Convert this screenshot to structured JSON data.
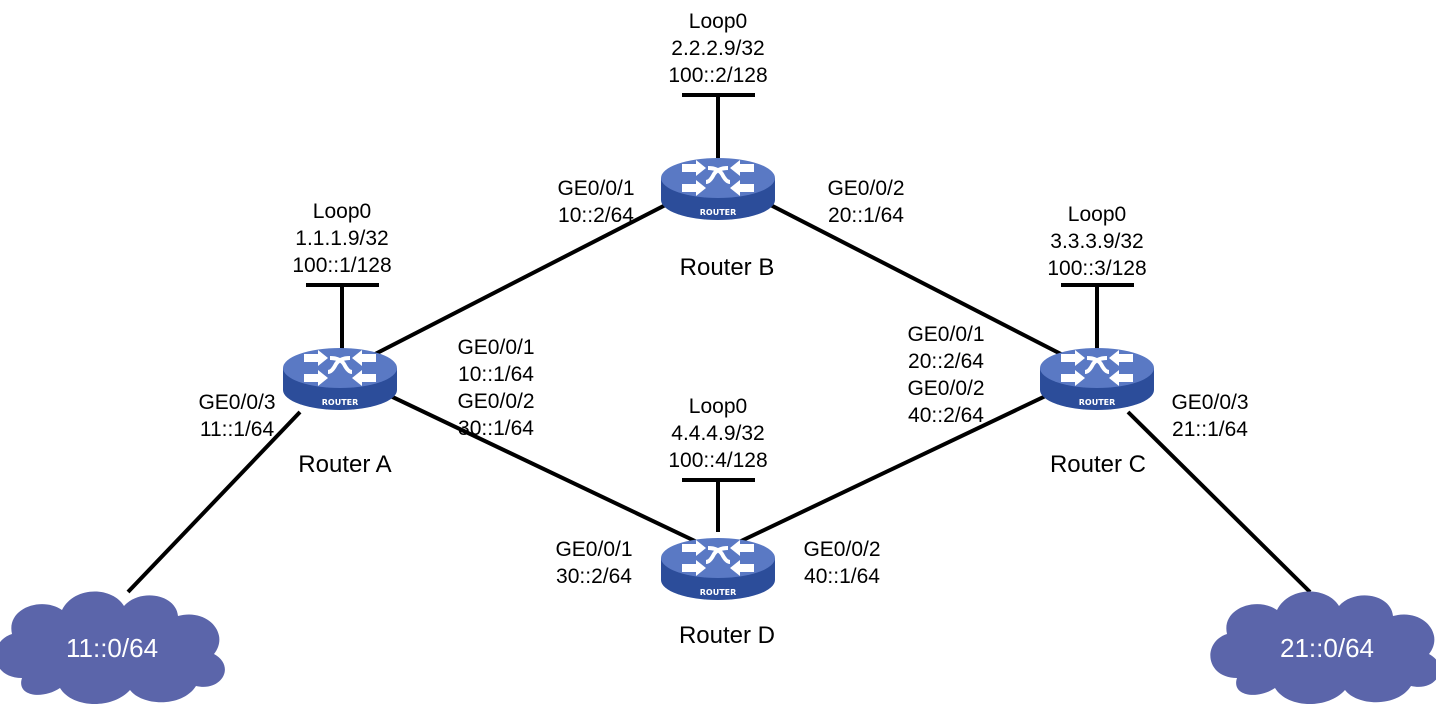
{
  "colors": {
    "router_top": "#5a79c4",
    "router_side": "#2c4d9a",
    "cloud": "#5b65aa",
    "line": "#000000"
  },
  "routers": {
    "a": {
      "name": "Router A",
      "badge": "ROUTER",
      "loopback": {
        "name": "Loop0",
        "ipv4": "1.1.1.9/32",
        "ipv6": "100::1/128"
      },
      "ge0_0_1": {
        "name": "GE0/0/1",
        "ip": "10::1/64"
      },
      "ge0_0_2": {
        "name": "GE0/0/2",
        "ip": "30::1/64"
      },
      "ge0_0_3": {
        "name": "GE0/0/3",
        "ip": "11::1/64"
      }
    },
    "b": {
      "name": "Router B",
      "badge": "ROUTER",
      "loopback": {
        "name": "Loop0",
        "ipv4": "2.2.2.9/32",
        "ipv6": "100::2/128"
      },
      "ge0_0_1": {
        "name": "GE0/0/1",
        "ip": "10::2/64"
      },
      "ge0_0_2": {
        "name": "GE0/0/2",
        "ip": "20::1/64"
      }
    },
    "c": {
      "name": "Router C",
      "badge": "ROUTER",
      "loopback": {
        "name": "Loop0",
        "ipv4": "3.3.3.9/32",
        "ipv6": "100::3/128"
      },
      "ge0_0_1": {
        "name": "GE0/0/1",
        "ip": "20::2/64"
      },
      "ge0_0_2": {
        "name": "GE0/0/2",
        "ip": "40::2/64"
      },
      "ge0_0_3": {
        "name": "GE0/0/3",
        "ip": "21::1/64"
      }
    },
    "d": {
      "name": "Router D",
      "badge": "ROUTER",
      "loopback": {
        "name": "Loop0",
        "ipv4": "4.4.4.9/32",
        "ipv6": "100::4/128"
      },
      "ge0_0_1": {
        "name": "GE0/0/1",
        "ip": "30::2/64"
      },
      "ge0_0_2": {
        "name": "GE0/0/2",
        "ip": "40::1/64"
      }
    }
  },
  "networks": {
    "left": {
      "label": "11::0/64"
    },
    "right": {
      "label": "21::0/64"
    }
  }
}
